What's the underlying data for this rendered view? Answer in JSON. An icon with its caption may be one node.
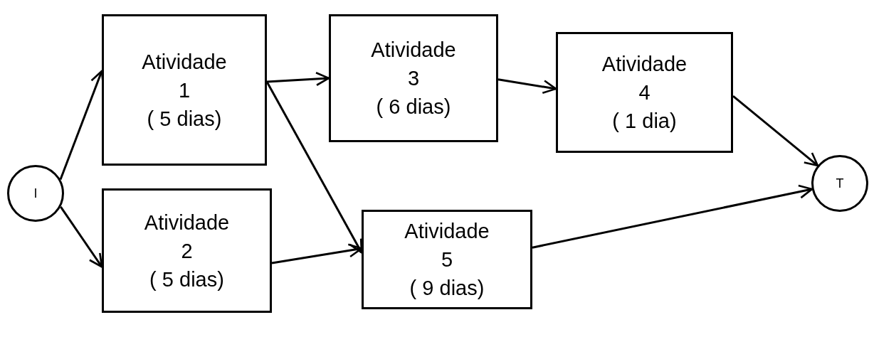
{
  "diagram": {
    "nodes": [
      {
        "text": [
          "I"
        ]
      },
      {
        "text": [
          "Atividade",
          "1",
          "( 5 dias)"
        ]
      },
      {
        "text": [
          "Atividade",
          "2",
          "( 5 dias)"
        ]
      },
      {
        "text": [
          "Atividade",
          "3",
          "( 6 dias)"
        ]
      },
      {
        "text": [
          "Atividade",
          "4",
          "( 1 dia)"
        ]
      },
      {
        "text": [
          "Atividade",
          "5",
          "( 9 dias)"
        ]
      },
      {
        "text": [
          "T"
        ]
      }
    ],
    "edges": [
      {
        "from": 0,
        "to": 1,
        "arrow": "to"
      },
      {
        "from": 0,
        "to": 2,
        "arrow": "to"
      },
      {
        "from": 1,
        "to": 3,
        "arrow": "to"
      },
      {
        "from": 1,
        "to": 5,
        "arrow": "to"
      },
      {
        "from": 2,
        "to": 5,
        "arrow": "to"
      },
      {
        "from": 3,
        "to": 4,
        "arrow": "to"
      },
      {
        "from": 4,
        "to": 6,
        "arrow": "to"
      },
      {
        "from": 5,
        "to": 6,
        "arrow": "to"
      }
    ]
  }
}
